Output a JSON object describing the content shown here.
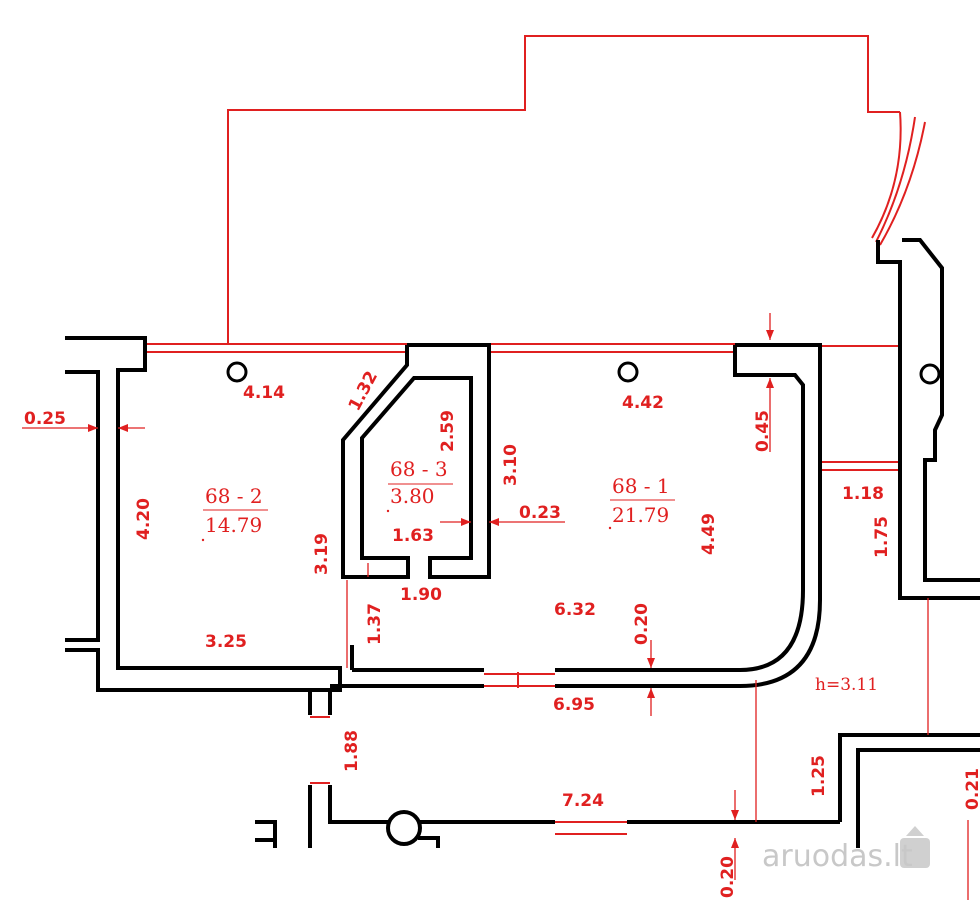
{
  "rooms": [
    {
      "id": "68 - 2",
      "area": "14.79"
    },
    {
      "id": "68 - 3",
      "area": "3.80"
    },
    {
      "id": "68 - 1",
      "area": "21.79"
    }
  ],
  "dimensions": {
    "d_4_14": "4.14",
    "d_1_32": "1.32",
    "d_2_59": "2.59",
    "d_3_10": "3.10",
    "d_4_42": "4.42",
    "d_0_45": "0.45",
    "d_0_25": "0.25",
    "d_4_20": "4.20",
    "d_1_63": "1.63",
    "d_0_23": "0.23",
    "d_4_49": "4.49",
    "d_1_18": "1.18",
    "d_1_75": "1.75",
    "d_3_19": "3.19",
    "d_1_90": "1.90",
    "d_6_32": "6.32",
    "d_0_20_a": "0.20",
    "d_1_37": "1.37",
    "d_3_25": "3.25",
    "d_6_95": "6.95",
    "d_1_88": "1.88",
    "d_7_24": "7.24",
    "d_1_25": "1.25",
    "d_0_21": "0.21",
    "d_0_20_b": "0.20"
  },
  "ceiling_height": "h=3.11",
  "watermark": "aruodas.lt",
  "colors": {
    "dimension": "#e02020",
    "wall": "#000000",
    "watermark": "#c8c8c8"
  }
}
